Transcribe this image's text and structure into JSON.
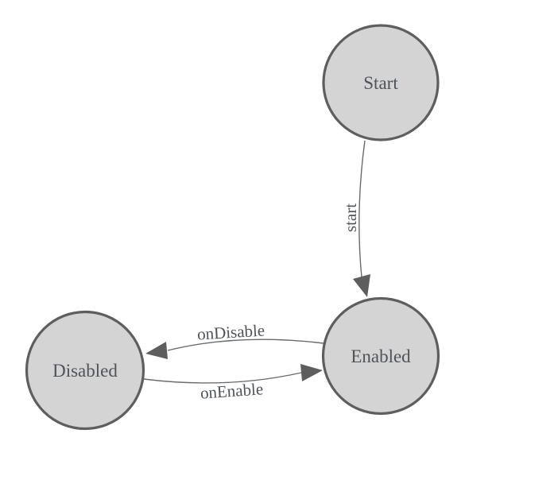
{
  "diagram": {
    "type": "state-machine",
    "nodes": [
      {
        "id": "start-node",
        "label": "Start"
      },
      {
        "id": "enabled-node",
        "label": "Enabled"
      },
      {
        "id": "disabled-node",
        "label": "Disabled"
      }
    ],
    "edges": [
      {
        "from": "Start",
        "to": "Enabled",
        "label": "start"
      },
      {
        "from": "Enabled",
        "to": "Disabled",
        "label": "onDisable"
      },
      {
        "from": "Disabled",
        "to": "Enabled",
        "label": "onEnable"
      }
    ]
  },
  "colors": {
    "background": "#ffffff",
    "node_fill": "#d4d4d4",
    "node_stroke": "#5e5e5e",
    "edge_stroke": "#6b6b6b",
    "arrow_fill": "#5e5e5e",
    "text": "#4d545b"
  }
}
